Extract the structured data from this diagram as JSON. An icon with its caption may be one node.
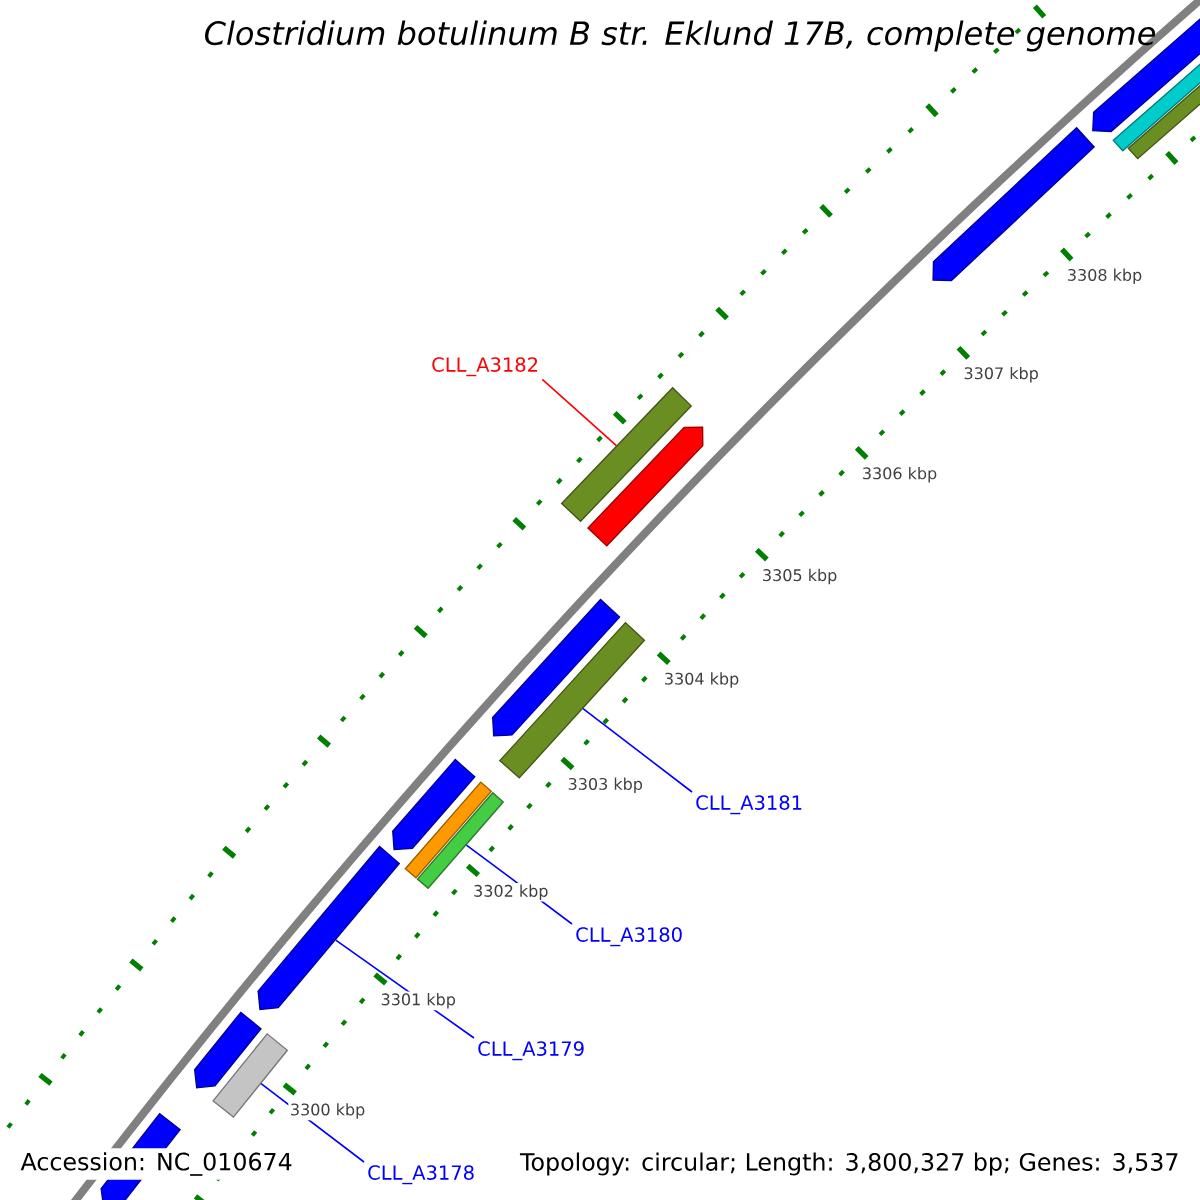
{
  "diagram": {
    "title": "*Clostridium botulinum* B str. Eklund 17B, complete genome",
    "nodes": [
      {
        "text": [],
        "shape": "arrow"
      },
      {
        "text": [],
        "shape": "bar"
      },
      {
        "text": [],
        "shape": "bar"
      },
      {
        "text": [],
        "shape": "arrow"
      },
      {
        "text": [
          "CLL_A3182"
        ]
      },
      {
        "text": [],
        "shape": "bar"
      },
      {
        "text": [],
        "shape": "arrow"
      },
      {
        "text": [],
        "shape": "arrow"
      },
      {
        "text": [],
        "shape": "bar"
      },
      {
        "text": [
          "CLL_A3181"
        ]
      },
      {
        "text": [],
        "shape": "arrow"
      },
      {
        "text": [],
        "shape": "bar"
      },
      {
        "text": [],
        "shape": "bar"
      },
      {
        "text": [
          "CLL_A3180"
        ]
      },
      {
        "text": [],
        "shape": "arrow"
      },
      {
        "text": [
          "CLL_A3179"
        ]
      },
      {
        "text": [],
        "shape": "arrow"
      },
      {
        "text": [],
        "shape": "bar"
      },
      {
        "text": [
          "CLL_A3178"
        ]
      },
      {
        "text": [],
        "shape": "arrow"
      }
    ],
    "edges": [
      {
        "from": 4,
        "to": 5,
        "arrow": "none",
        "color": "#ff0000"
      },
      {
        "from": 9,
        "to": 8,
        "arrow": "none"
      },
      {
        "from": 13,
        "to": 12,
        "arrow": "none"
      },
      {
        "from": 15,
        "to": 14,
        "arrow": "none"
      },
      {
        "from": 18,
        "to": 17,
        "arrow": "none"
      }
    ],
    "labels": [
      "3308 kbp",
      "3307 kbp",
      "3306 kbp",
      "3305 kbp",
      "3304 kbp",
      "3303 kbp",
      "3302 kbp",
      "3301 kbp",
      "3300 kbp",
      "Accession: NC_010674",
      "Topology: circular; Length: 3,800,327 bp; Genes: 3,537"
    ]
  }
}
